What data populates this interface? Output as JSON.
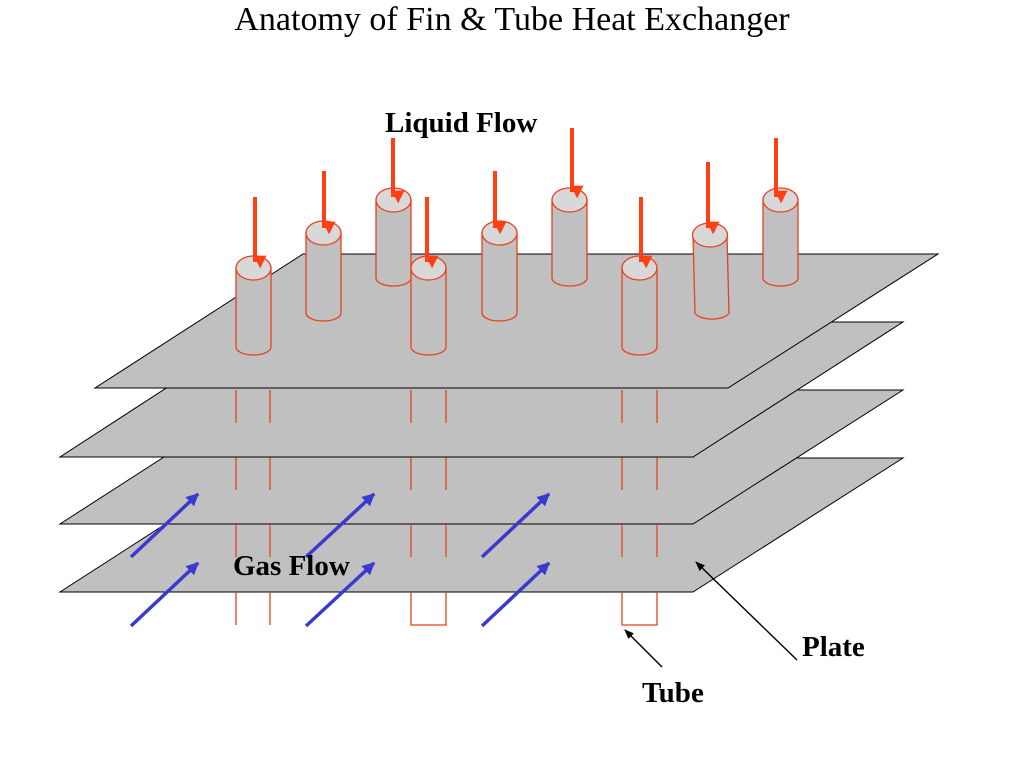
{
  "title": "Anatomy of Fin & Tube Heat Exchanger",
  "labels": {
    "liquid_flow": "Liquid Flow",
    "gas_flow": "Gas Flow",
    "plate": "Plate",
    "tube": "Tube"
  },
  "colors": {
    "plate_fill": "#c0c0c0",
    "tube_outline": "#e8401a",
    "liquid_arrow": "#ff3f14",
    "gas_arrow": "#3a3ad0"
  }
}
